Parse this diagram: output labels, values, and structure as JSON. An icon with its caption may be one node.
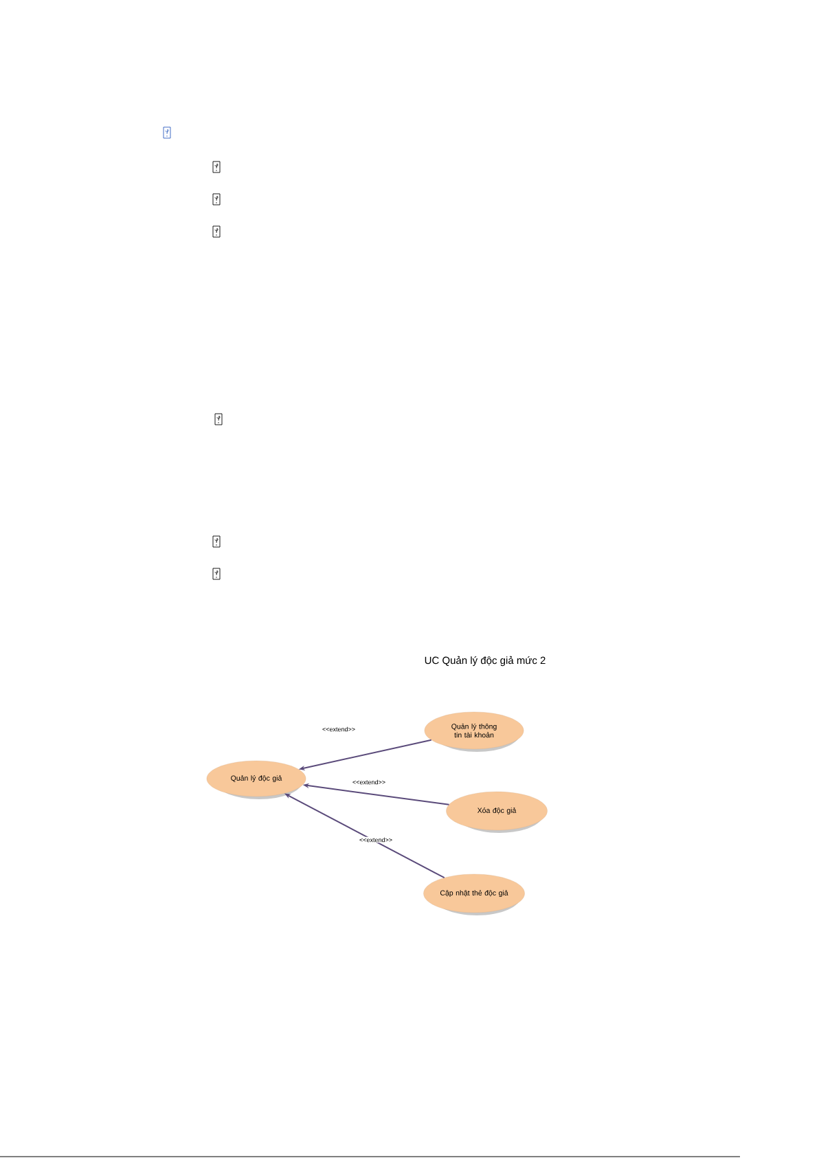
{
  "diagram": {
    "title": "UC Quản lý độc giả mức 2",
    "nodes": [
      {
        "text": [
          "Quản lý độc giả"
        ]
      },
      {
        "text": [
          "Quản lý thông tin tài khoản"
        ]
      },
      {
        "text": [
          "Xóa độc giả"
        ]
      },
      {
        "text": [
          "Cập nhật thẻ độc giả"
        ]
      }
    ],
    "edges": [
      {
        "from": 1,
        "to": 0,
        "arrow": "to",
        "label": "<<extend>>"
      },
      {
        "from": 2,
        "to": 0,
        "arrow": "to",
        "label": "<<extend>>"
      },
      {
        "from": 3,
        "to": 0,
        "arrow": "to",
        "label": "<<extend>>"
      }
    ]
  }
}
